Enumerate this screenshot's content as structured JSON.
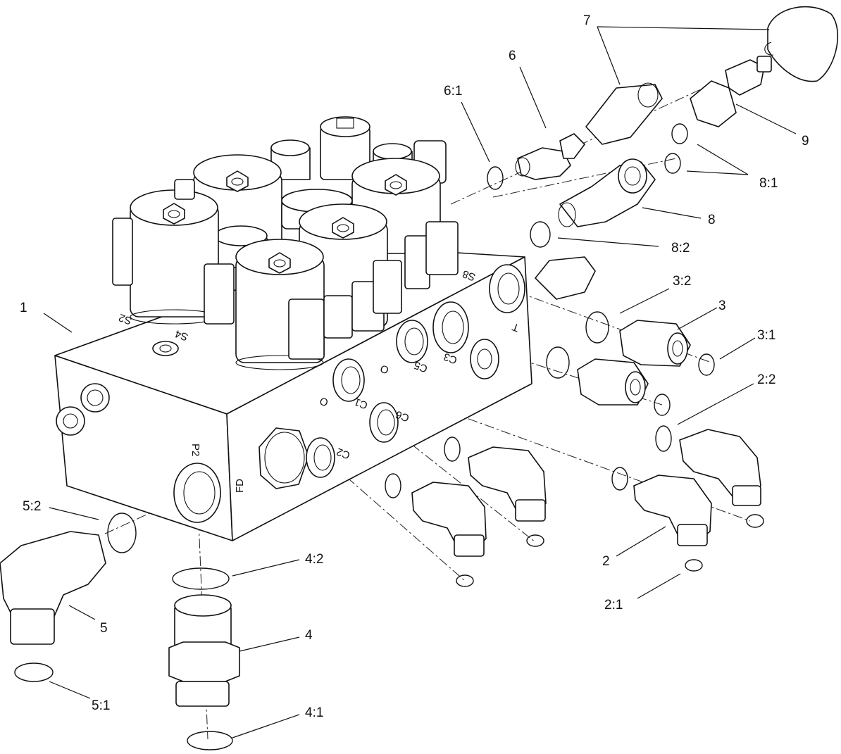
{
  "diagram": {
    "callouts": {
      "c1": "1",
      "c2": "2",
      "c2_1": "2:1",
      "c2_2": "2:2",
      "c3": "3",
      "c3_1": "3:1",
      "c3_2": "3:2",
      "c4": "4",
      "c4_1": "4:1",
      "c4_2": "4:2",
      "c5": "5",
      "c5_1": "5:1",
      "c5_2": "5:2",
      "c6": "6",
      "c6_1": "6:1",
      "c7": "7",
      "c8": "8",
      "c8_1": "8:1",
      "c8_2": "8:2",
      "c9": "9"
    },
    "port_labels": {
      "s2": "S2",
      "s4": "S4",
      "s8": "S8",
      "t": "T",
      "c3": "C3",
      "c5": "C5",
      "c1": "C1",
      "c6": "C6",
      "c2": "C2",
      "p2": "P2",
      "fd": "FD",
      "o1": "O",
      "o2": "O"
    }
  }
}
